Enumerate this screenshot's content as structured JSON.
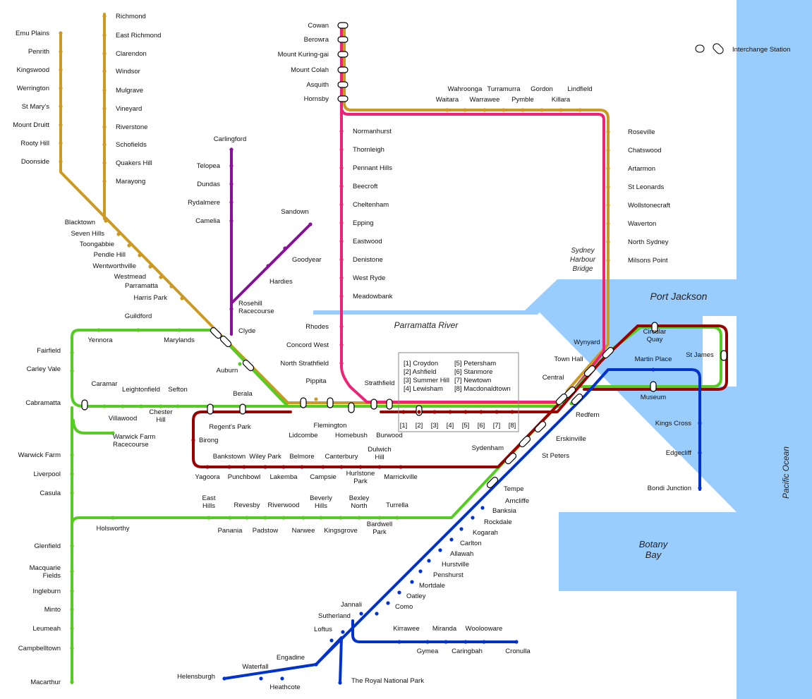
{
  "colors": {
    "water": "#99ccff",
    "yellow": "#cc9922",
    "pink": "#ee2277",
    "purple": "#881199",
    "green": "#55cc22",
    "red": "#990000",
    "blue": "#0033cc"
  },
  "legend_label": "Interchange Station",
  "water_labels": [
    "Port Jackson",
    "Parramatta River",
    "Botany Bay",
    "Pacific Ocean",
    "Sydney Harbour Bridge"
  ],
  "box_labels": [
    "[1]",
    "[2]",
    "[3]",
    "[4]",
    "[5]",
    "[6]",
    "[7]",
    "[8]"
  ],
  "box_key": [
    "[1]  Croydon",
    "[2]  Ashfield",
    "[3]  Summer Hill",
    "[4]  Lewisham",
    "[5]  Petersham",
    "[6]  Stanmore",
    "[7]  Newtown",
    "[8]  Macdonaldtown"
  ],
  "stations": [
    "Emu Plains",
    "Penrith",
    "Kingswood",
    "Werrington",
    "St Mary's",
    "Mount Druitt",
    "Rooty Hill",
    "Doonside",
    "Richmond",
    "East Richmond",
    "Clarendon",
    "Windsor",
    "Mulgrave",
    "Vineyard",
    "Riverstone",
    "Schofields",
    "Quakers Hill",
    "Marayong",
    "Blacktown",
    "Seven Hills",
    "Toongabbie",
    "Pendle Hill",
    "Wentworthville",
    "Westmead",
    "Parramatta",
    "Harris Park",
    "Carlingford",
    "Telopea",
    "Dundas",
    "Rydalmere",
    "Camelia",
    "Rosehill Racecourse",
    "Clyde",
    "Sandown",
    "Goodyear",
    "Hardies",
    "Cowan",
    "Berowra",
    "Mount Kuring-gai",
    "Mount Colah",
    "Asquith",
    "Hornsby",
    "Normanhurst",
    "Thornleigh",
    "Pennant Hills",
    "Beecroft",
    "Cheltenham",
    "Epping",
    "Eastwood",
    "Denistone",
    "West Ryde",
    "Meadowbank",
    "Rhodes",
    "Concord West",
    "North Strathfield",
    "Waitara",
    "Wahroonga",
    "Warrawee",
    "Turramurra",
    "Pymble",
    "Gordon",
    "Killara",
    "Lindfield",
    "Roseville",
    "Chatswood",
    "Artarmon",
    "St Leonards",
    "Wollstonecraft",
    "Waverton",
    "North Sydney",
    "Milsons Point",
    "Wynyard",
    "Town Hall",
    "Central",
    "Circular Quay",
    "St James",
    "Martin Place",
    "Museum",
    "Kings Cross",
    "Edgecliff",
    "Bondi Junction",
    "Redfern",
    "Erskinville",
    "St Peters",
    "Sydenham",
    "Tempe",
    "Guildford",
    "Yennora",
    "Marylands",
    "Fairfield",
    "Carley Vale",
    "Cabramatta",
    "Auburn",
    "Caramar",
    "Leightonfield",
    "Sefton",
    "Villawood",
    "Chester Hill",
    "Berala",
    "Regent's Park",
    "Lidcombe",
    "Flemington",
    "Homebush",
    "Pippita",
    "Strathfield",
    "Burwood",
    "Warwick Farm Racecourse",
    "Birong",
    "Warwick Farm",
    "Liverpool",
    "Casula",
    "Bankstown",
    "Wiley Park",
    "Belmore",
    "Canterbury",
    "Dulwich Hill",
    "Yagoora",
    "Punchbowl",
    "Lakemba",
    "Campsie",
    "Hurlstone Park",
    "Marrickville",
    "East Hills",
    "Revesby",
    "Riverwood",
    "Beverly Hills",
    "Bexley North",
    "Turrella",
    "Holsworthy",
    "Panania",
    "Padstow",
    "Narwee",
    "Kingsgrove",
    "Bardwell Park",
    "Glenfield",
    "Macquarie Fields",
    "Ingleburn",
    "Minto",
    "Leumeah",
    "Campbelltown",
    "Macarthur",
    "Arncliffe",
    "Banksia",
    "Rockdale",
    "Kogarah",
    "Carlton",
    "Allawah",
    "Hurstville",
    "Penshurst",
    "Mortdale",
    "Oatley",
    "Como",
    "Jannali",
    "Sutherland",
    "Loftus",
    "Engadine",
    "Heathcote",
    "Waterfall",
    "Helensburgh",
    "The Royal National Park",
    "Kirrawee",
    "Miranda",
    "Woolooware",
    "Gymea",
    "Caringbah",
    "Cronulla"
  ]
}
